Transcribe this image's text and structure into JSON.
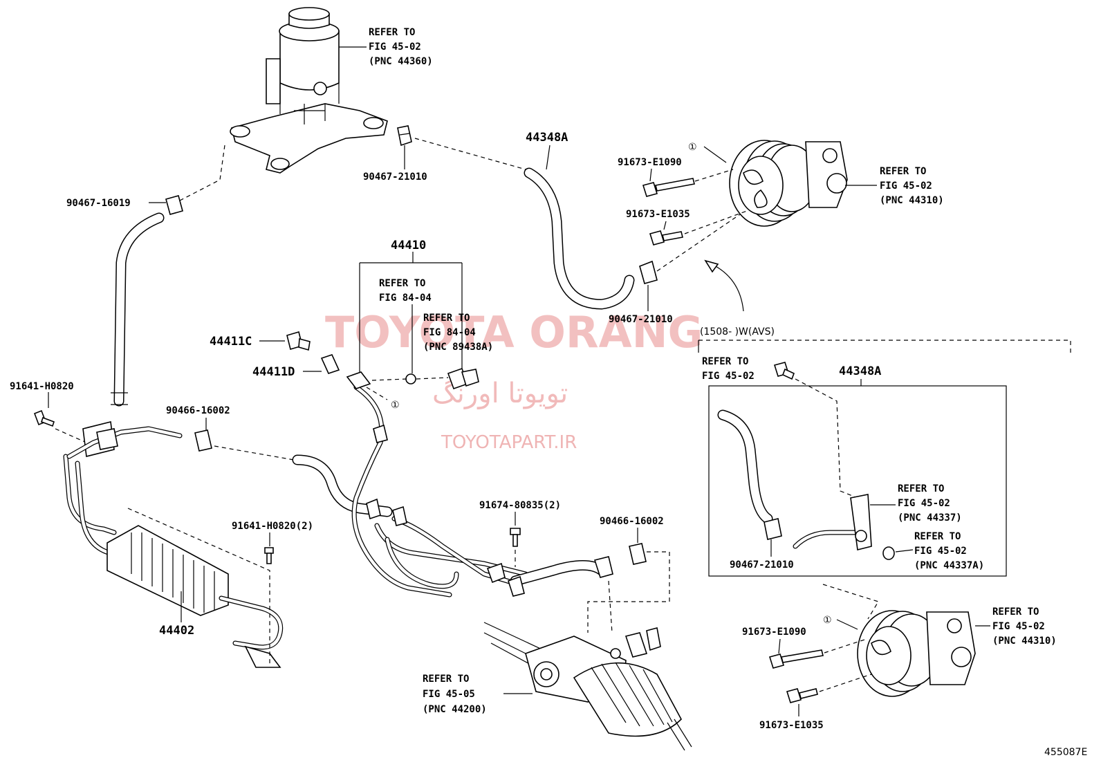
{
  "watermark": {
    "brand": "TOYOTA ORANG",
    "brand_fa": "تویوتا اورنگ",
    "url": "TOYOTAPART.IR"
  },
  "labels": {
    "ref_reservoir": [
      "REFER TO",
      "FIG 45-02",
      "(PNC 44360)"
    ],
    "p90467_21010_top": "90467-21010",
    "p90467_16019": "90467-16019",
    "p44348A_main": "44348A",
    "p91673_E1090_main": "91673-E1090",
    "p91673_E1035_main": "91673-E1035",
    "ref_pump_main": [
      "REFER TO",
      "FIG 45-02",
      "(PNC 44310)"
    ],
    "callout_1": "①",
    "p90467_21010_mid": "90467-21010",
    "p44410": "44410",
    "ref_84_04_a": [
      "REFER TO",
      "FIG 84-04"
    ],
    "ref_84_04_b": [
      "REFER TO",
      "FIG 84-04",
      "(PNC 89438A)"
    ],
    "p44411C": "44411C",
    "p44411D": "44411D",
    "p91641_H0820": "91641-H0820",
    "p90466_16002_left": "90466-16002",
    "p91641_H0820_2": "91641-H0820(2)",
    "p91674_80835_2": "91674-80835(2)",
    "p90466_16002_right": "90466-16002",
    "p44402": "44402",
    "ref_rack": [
      "REFER TO",
      "FIG 45-05",
      "(PNC 44200)"
    ],
    "avs_range": "(1508-        )W(AVS)",
    "ref_inset_top": [
      "REFER TO",
      "FIG 45-02"
    ],
    "p44348A_inset": "44348A",
    "ref_inset_44337": [
      "REFER TO",
      "FIG 45-02",
      "(PNC 44337)"
    ],
    "ref_inset_44337A": [
      "REFER TO",
      "FIG 45-02",
      "(PNC 44337A)"
    ],
    "p90467_21010_inset": "90467-21010",
    "p91673_E1090_inset": "91673-E1090",
    "p91673_E1035_inset": "91673-E1035",
    "ref_pump_inset": [
      "REFER TO",
      "FIG 45-02",
      "(PNC 44310)"
    ],
    "figure_code": "455087E"
  }
}
